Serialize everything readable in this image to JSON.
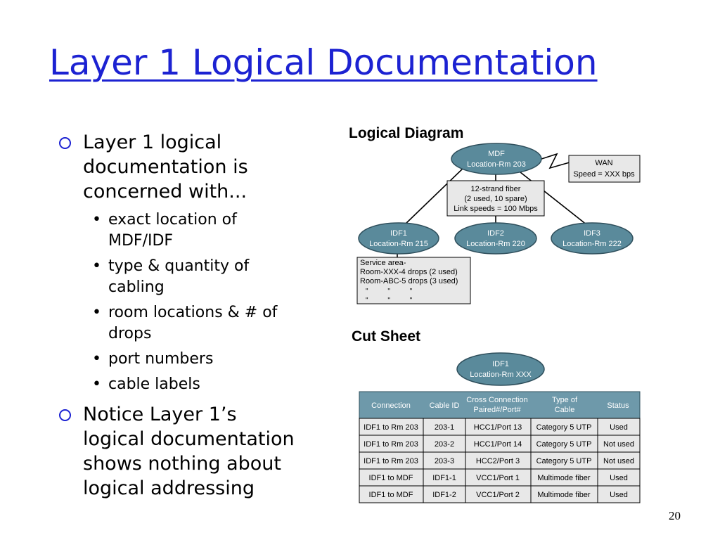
{
  "slide": {
    "title": "Layer 1 Logical Documentation",
    "page_number": "20"
  },
  "bullets": [
    {
      "text": "Layer 1 logical documentation is concerned with...",
      "lines": [
        "Layer 1 logical",
        "documentation is",
        "concerned with..."
      ],
      "subitems": [
        {
          "lines": [
            "exact location of",
            "MDF/IDF"
          ]
        },
        {
          "lines": [
            "type & quantity of",
            "cabling"
          ]
        },
        {
          "lines": [
            "room locations & # of",
            "drops"
          ]
        },
        {
          "lines": [
            "port numbers"
          ]
        },
        {
          "lines": [
            "cable labels"
          ]
        }
      ]
    },
    {
      "text": "Notice Layer 1’s logical documentation shows nothing about logical addressing",
      "lines": [
        "Notice Layer 1’s",
        "logical documentation",
        "shows nothing about",
        "logical addressing"
      ],
      "subitems": []
    }
  ],
  "logical_diagram": {
    "heading": "Logical Diagram",
    "mdf": {
      "name": "MDF",
      "location": "Location-Rm 203"
    },
    "wan": {
      "name": "WAN",
      "speed": "Speed = XXX bps"
    },
    "backbone": [
      "12-strand fiber",
      "(2 used, 10 spare)",
      "Link speeds = 100 Mbps"
    ],
    "idfs": [
      {
        "name": "IDF1",
        "location": "Location-Rm 215"
      },
      {
        "name": "IDF2",
        "location": "Location-Rm 220"
      },
      {
        "name": "IDF3",
        "location": "Location-Rm 222"
      }
    ],
    "service_area": [
      "Service area-",
      "Room-XXX-4 drops (2 used)",
      "Room-ABC-5 drops (3 used)",
      "\"          \"          \"",
      "\"          \"          \""
    ]
  },
  "cut_sheet": {
    "heading": "Cut Sheet",
    "node": {
      "name": "IDF1",
      "location": "Location-Rm XXX"
    },
    "columns": [
      [
        "Connection"
      ],
      [
        "Cable ID"
      ],
      [
        "Cross Connection",
        "Paired#/Port#"
      ],
      [
        "Type of",
        "Cable"
      ],
      [
        "Status"
      ]
    ],
    "rows": [
      [
        "IDF1 to Rm 203",
        "203-1",
        "HCC1/Port 13",
        "Category 5 UTP",
        "Used"
      ],
      [
        "IDF1 to Rm 203",
        "203-2",
        "HCC1/Port 14",
        "Category 5 UTP",
        "Not used"
      ],
      [
        "IDF1 to Rm 203",
        "203-3",
        "HCC2/Port 3",
        "Category 5 UTP",
        "Not used"
      ],
      [
        "IDF1 to MDF",
        "IDF1-1",
        "VCC1/Port 1",
        "Multimode fiber",
        "Used"
      ],
      [
        "IDF1 to MDF",
        "IDF1-2",
        "VCC1/Port 2",
        "Multimode fiber",
        "Used"
      ]
    ]
  },
  "colors": {
    "title": "#1c22d2",
    "node_fill": "#5a8a9b",
    "box_fill": "#e8e8e8",
    "header_fill": "#6e99aa",
    "line": "#000000"
  }
}
